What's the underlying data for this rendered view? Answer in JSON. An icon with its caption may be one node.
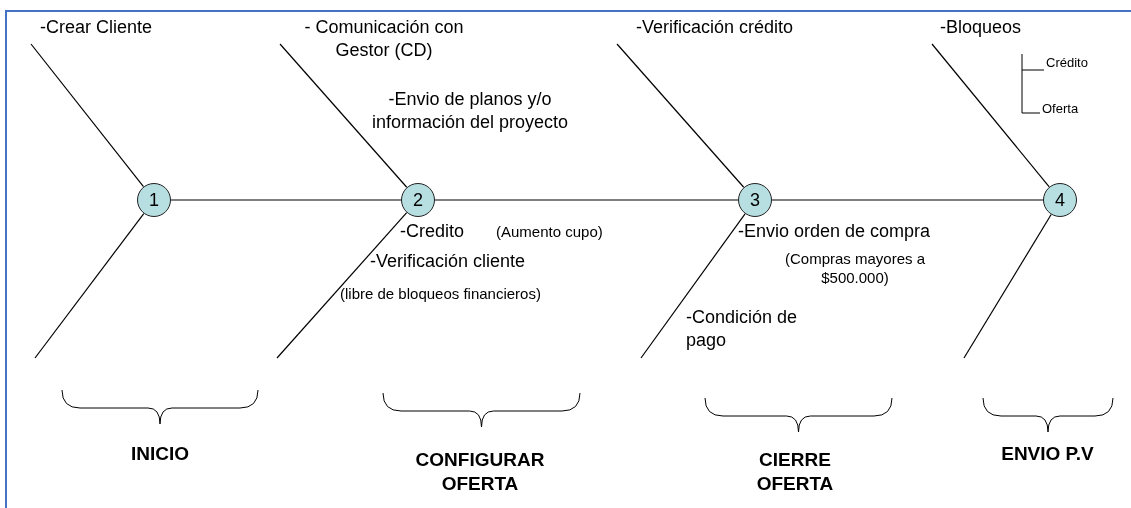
{
  "diagram": {
    "nodes": [
      {
        "text": [
          "1"
        ]
      },
      {
        "text": [
          "2"
        ]
      },
      {
        "text": [
          "3"
        ]
      },
      {
        "text": [
          "4"
        ]
      }
    ],
    "edges": [
      {
        "from": 0,
        "to": 1,
        "arrow": "none"
      },
      {
        "from": 1,
        "to": 2,
        "arrow": "none"
      },
      {
        "from": 2,
        "to": 3,
        "arrow": "none"
      },
      {
        "from": 0,
        "to": null,
        "arrow": "none"
      },
      {
        "from": 0,
        "to": null,
        "arrow": "none"
      },
      {
        "from": 1,
        "to": null,
        "arrow": "none"
      },
      {
        "from": 1,
        "to": null,
        "arrow": "none"
      },
      {
        "from": 2,
        "to": null,
        "arrow": "none"
      },
      {
        "from": 2,
        "to": null,
        "arrow": "none"
      },
      {
        "from": 3,
        "to": null,
        "arrow": "none"
      },
      {
        "from": 3,
        "to": null,
        "arrow": "none"
      }
    ],
    "labels": [
      "-Crear Cliente",
      "- Comunicación con Gestor (CD)",
      "-Envio de planos y/o información del proyecto",
      "-Verificación crédito",
      "-Bloqueos",
      "Crédito",
      "Oferta",
      "-Credito",
      "(Aumento cupo)",
      "-Verificación cliente",
      "(libre de bloqueos financieros)",
      "-Envio orden de compra",
      "(Compras mayores a $500.000)",
      "-Condición de pago",
      "INICIO",
      "CONFIGURAR OFERTA",
      "CIERRE OFERTA",
      "ENVIO P.V"
    ]
  }
}
